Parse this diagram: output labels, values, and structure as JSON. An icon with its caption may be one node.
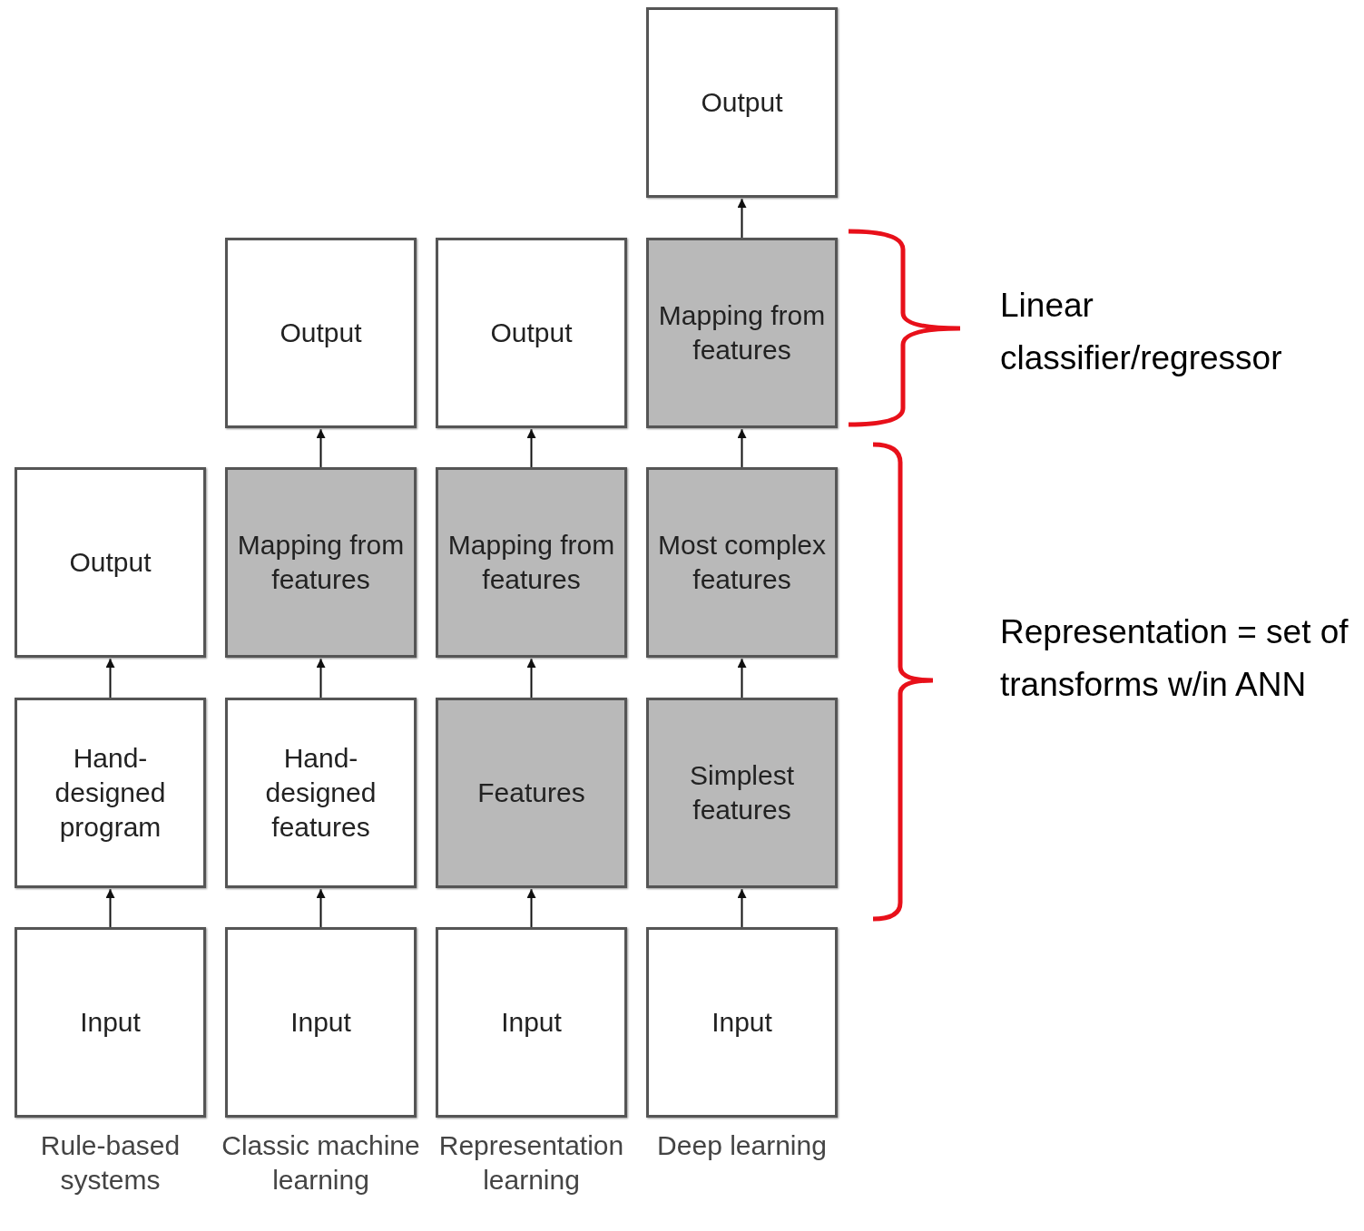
{
  "diagram": {
    "nodes": [
      {
        "text": [
          "Output"
        ]
      },
      {
        "text": [
          "Output"
        ]
      },
      {
        "text": [
          "Output"
        ]
      },
      {
        "text": [
          "Mapping from features"
        ]
      },
      {
        "text": [
          "Output"
        ]
      },
      {
        "text": [
          "Mapping from features"
        ]
      },
      {
        "text": [
          "Mapping from features"
        ]
      },
      {
        "text": [
          "Most complex features"
        ]
      },
      {
        "text": [
          "Hand-designed program"
        ]
      },
      {
        "text": [
          "Hand-designed features"
        ]
      },
      {
        "text": [
          "Features"
        ]
      },
      {
        "text": [
          "Simplest features"
        ]
      },
      {
        "text": [
          "Input"
        ],
        "beside": [
          "Rule-based systems"
        ]
      },
      {
        "text": [
          "Input"
        ],
        "beside": [
          "Classic machine learning"
        ]
      },
      {
        "text": [
          "Input"
        ],
        "beside": [
          "Representation learning"
        ]
      },
      {
        "text": [
          "Input"
        ],
        "beside": [
          "Deep learning"
        ]
      }
    ],
    "edges": [
      {
        "from": 12,
        "to": 8,
        "arrow": "to"
      },
      {
        "from": 8,
        "to": 4,
        "arrow": "to"
      },
      {
        "from": 13,
        "to": 9,
        "arrow": "to"
      },
      {
        "from": 9,
        "to": 5,
        "arrow": "to"
      },
      {
        "from": 5,
        "to": 1,
        "arrow": "to"
      },
      {
        "from": 14,
        "to": 10,
        "arrow": "to"
      },
      {
        "from": 10,
        "to": 6,
        "arrow": "to"
      },
      {
        "from": 6,
        "to": 2,
        "arrow": "to"
      },
      {
        "from": 15,
        "to": 11,
        "arrow": "to"
      },
      {
        "from": 11,
        "to": 7,
        "arrow": "to"
      },
      {
        "from": 7,
        "to": 3,
        "arrow": "to"
      },
      {
        "from": 3,
        "to": 0,
        "arrow": "to"
      }
    ],
    "labels": [
      "Linear classifier/regressor",
      "Representation = set of transforms w/in ANN"
    ]
  }
}
